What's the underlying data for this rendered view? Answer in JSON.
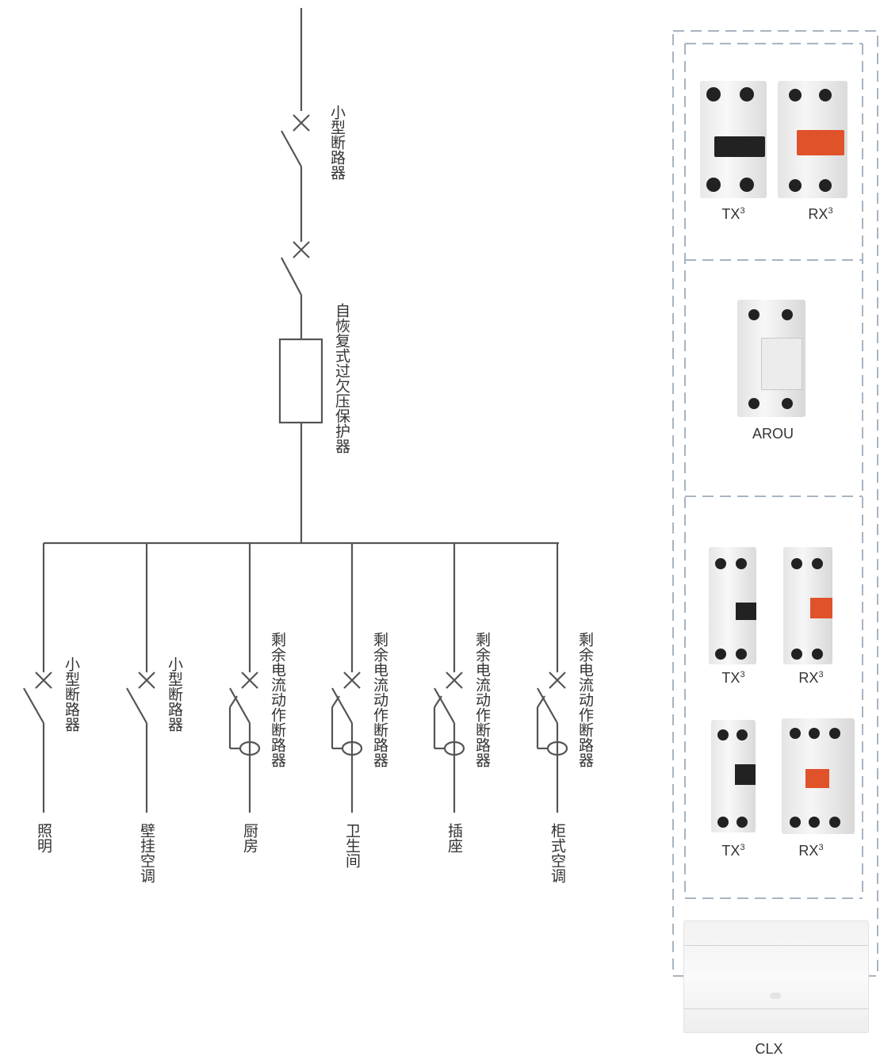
{
  "diagram": {
    "main_breaker_label": "小型断路器",
    "protector_label": "自恢复式过欠压保护器",
    "branches": [
      {
        "device": "小型断路器",
        "circuit": "照明",
        "type": "mcb"
      },
      {
        "device": "小型断路器",
        "circuit": "壁挂空调",
        "type": "mcb"
      },
      {
        "device": "剩余电流动作断路器",
        "circuit": "厨房",
        "type": "rcbo"
      },
      {
        "device": "剩余电流动作断路器",
        "circuit": "卫生间",
        "type": "rcbo"
      },
      {
        "device": "剩余电流动作断路器",
        "circuit": "插座",
        "type": "rcbo"
      },
      {
        "device": "剩余电流动作断路器",
        "circuit": "柜式空调",
        "type": "rcbo"
      }
    ]
  },
  "products": {
    "group1": [
      {
        "name": "TX",
        "sup": "3"
      },
      {
        "name": "RX",
        "sup": "3"
      }
    ],
    "group2": [
      {
        "name": "AROU",
        "sup": ""
      }
    ],
    "group3_row1": [
      {
        "name": "TX",
        "sup": "3"
      },
      {
        "name": "RX",
        "sup": "3"
      }
    ],
    "group3_row2": [
      {
        "name": "TX",
        "sup": "3"
      },
      {
        "name": "RX",
        "sup": "3"
      }
    ],
    "enclosure": {
      "name": "CLX"
    }
  },
  "colors": {
    "line": "#555555",
    "dashed_border": "#a8b4c0",
    "handle_black": "#222222",
    "handle_orange": "#e0522a"
  }
}
